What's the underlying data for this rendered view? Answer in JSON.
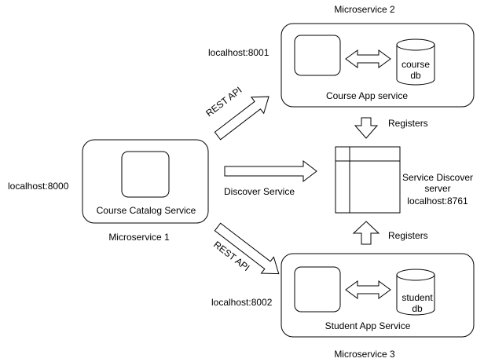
{
  "microservice1": {
    "caption": "Microservice 1",
    "service_label": "Course Catalog Service",
    "host": "localhost:8000"
  },
  "microservice2": {
    "caption": "Microservice 2",
    "service_label": "Course App service",
    "host": "localhost:8001",
    "db_line1": "course",
    "db_line2": "db"
  },
  "microservice3": {
    "caption": "Microservice 3",
    "service_label": "Student App Service",
    "host": "localhost:8002",
    "db_line1": "student",
    "db_line2": "db"
  },
  "discovery": {
    "line1": "Service Discover",
    "line2": "server",
    "host": "localhost:8761"
  },
  "edges": {
    "rest_api_top": "REST API",
    "rest_api_bottom": "REST API",
    "discover_service": "Discover Service",
    "registers_top": "Registers",
    "registers_bottom": "Registers"
  },
  "colors": {
    "stroke": "#000000",
    "fill": "#ffffff"
  }
}
